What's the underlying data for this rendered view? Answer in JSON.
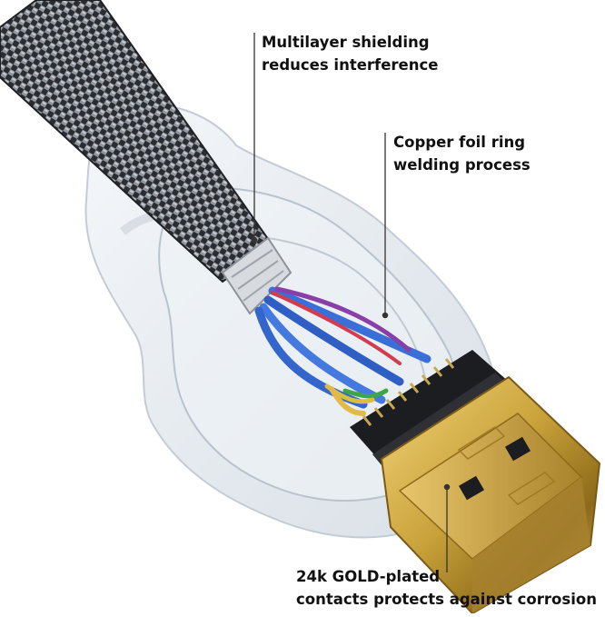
{
  "callouts": {
    "shielding": {
      "line1": "Multilayer shielding",
      "line2": "reduces interference"
    },
    "copper": {
      "line1": "Copper foil ring",
      "line2": "welding process"
    },
    "gold": {
      "line1": "24k GOLD-plated",
      "line2": "contacts protects against corrosion"
    }
  },
  "colors": {
    "text": "#111111",
    "leader_line": "#333333",
    "gold": "#c9a23a",
    "braid_dark": "#2a2c30",
    "braid_light": "#9aa0a8",
    "wire_blue": "#3a6fd8",
    "shell": "#dfe6ee"
  },
  "icons": [
    "braided-cable",
    "transparent-housing",
    "inner-wires",
    "hdmi-plug"
  ]
}
